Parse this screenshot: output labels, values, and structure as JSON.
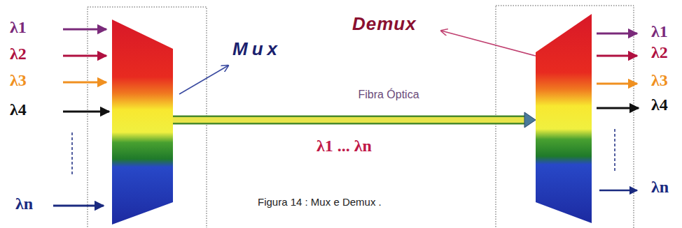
{
  "diagram": {
    "caption": "Figura 14 : Mux e Demux .",
    "nodes": [
      {
        "text": [
          "Mux"
        ]
      },
      {
        "text": [
          "Demux"
        ]
      }
    ],
    "edges": [
      {
        "from": 0,
        "to": 1,
        "arrow": "to",
        "label": "Fibra Óptica"
      }
    ],
    "labels": [
      "λ1",
      "λ2",
      "λ3",
      "λ4",
      "λn",
      "λ1 ... λn",
      "λ1",
      "λ2",
      "λ3",
      "λ4",
      "λn"
    ]
  }
}
